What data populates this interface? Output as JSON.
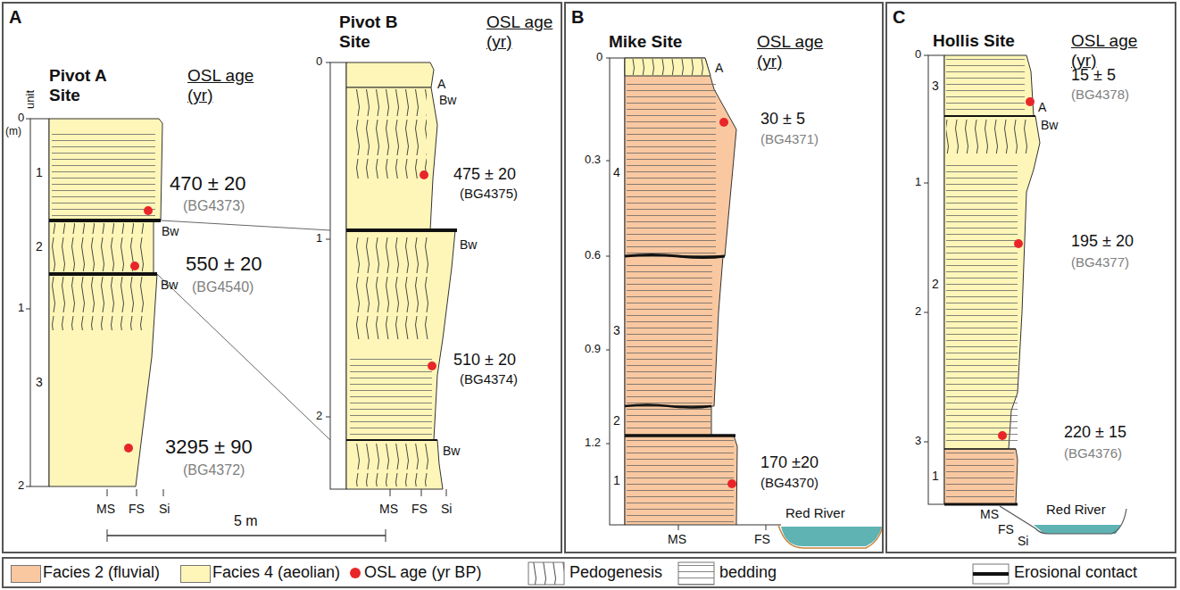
{
  "diagram": {
    "nodes": [
      {
        "text": [
          "A"
        ]
      },
      {
        "text": [
          "B"
        ]
      },
      {
        "text": [
          "C"
        ]
      }
    ],
    "labels": [
      "Pivot A Site",
      "OSL age (yr)",
      "unit",
      "0",
      "(m)",
      "1",
      "2",
      "1",
      "2",
      "3",
      "470 ± 20",
      "(BG4373)",
      "Bw",
      "550 ± 20",
      "(BG4540)",
      "Bw",
      "3295 ± 90",
      "(BG4372)",
      "MS",
      "FS",
      "Si",
      "5 m",
      "Pivot B Site",
      "OSL age (yr)",
      "0",
      "1",
      "2",
      "A",
      "Bw",
      "475 ± 20",
      "(BG4375)",
      "Bw",
      "510 ± 20",
      "(BG4374)",
      "Bw",
      "MS",
      "FS",
      "Si",
      "Mike Site",
      "OSL age (yr)",
      "0",
      "0.3",
      "0.6",
      "0.9",
      "1.2",
      "4",
      "3",
      "2",
      "1",
      "A",
      "30 ± 5",
      "(BG4371)",
      "170 ±20",
      "(BG4370)",
      "Red River",
      "MS",
      "FS",
      "Hollis Site",
      "OSL age (yr)",
      "0",
      "1",
      "2",
      "3",
      "3",
      "2",
      "1",
      "A",
      "Bw",
      "15 ± 5",
      "(BG4378)",
      "195 ± 20",
      "(BG4377)",
      "220 ± 15",
      "(BG4376)",
      "MS",
      "FS",
      "Si",
      "Red River"
    ],
    "legend": [
      {
        "text": "Facies 2 (fluvial)",
        "color": "#f9c8a0"
      },
      {
        "text": "Facies 4 (aeolian)",
        "color": "#fdf6b8"
      },
      {
        "text": "OSL age (yr BP)"
      },
      {
        "text": "Pedogenesis"
      },
      {
        "text": "bedding"
      },
      {
        "text": "Erosional contact"
      }
    ]
  }
}
